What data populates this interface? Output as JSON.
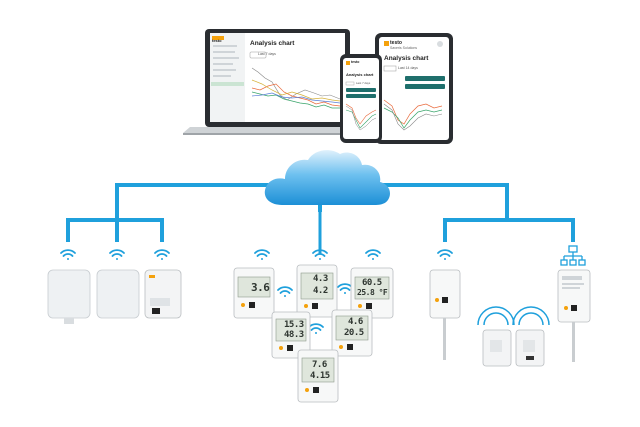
{
  "screens": {
    "laptop": {
      "brand": "testo",
      "title": "Analysis chart",
      "filter_label": "Last 7 days"
    },
    "phone": {
      "brand": "testo",
      "title": "Analysis chart",
      "filter_label": "Last 7 days"
    },
    "tablet": {
      "brand": "testo",
      "subtitle": "Saveris Solutions",
      "title": "Analysis chart",
      "filter_label": "Last 14 days"
    }
  },
  "loggers": {
    "top_left": {
      "line1": "3.6",
      "line2": ""
    },
    "top_mid": {
      "line1": "4.3",
      "line2": "4.2"
    },
    "top_right": {
      "line1": "60.5",
      "line2": "25.8 °F"
    },
    "mid_left": {
      "line1": "15.3",
      "line2": "48.3"
    },
    "mid_right": {
      "line1": "4.6",
      "line2": "20.5"
    },
    "bottom": {
      "line1": "7.6",
      "line2": "4.15"
    }
  },
  "colors": {
    "network_line": "#1fa0dc",
    "cloud": "#3aa6e8",
    "brand_accent": "#f4a10c",
    "lcd": "#dfe6dc"
  },
  "icons": [
    "cloud-icon",
    "wifi-icon",
    "network-hub-icon"
  ]
}
